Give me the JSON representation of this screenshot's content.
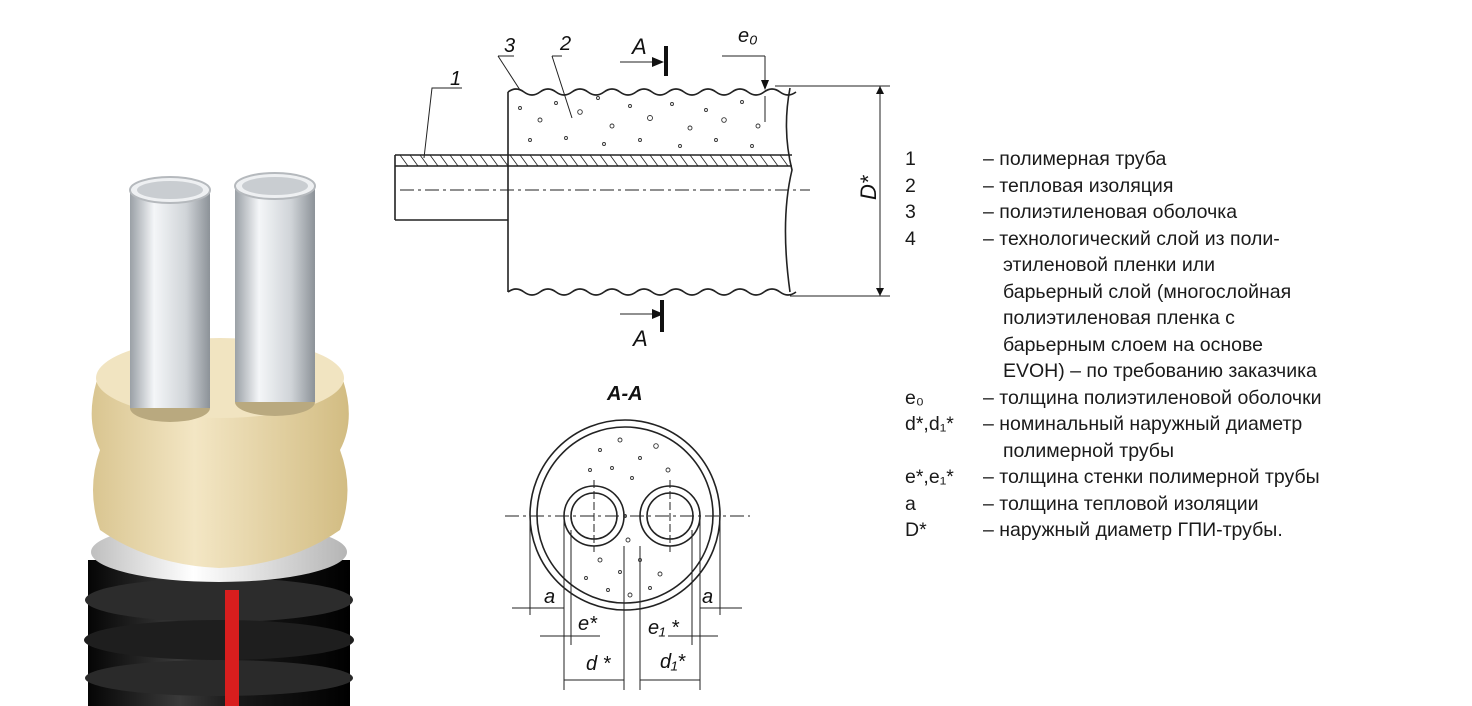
{
  "drawing": {
    "callouts": {
      "n1": "1",
      "n2": "2",
      "n3": "3"
    },
    "section_marker": "A",
    "e0_label": "e₀",
    "D_label": "D*",
    "section_title": "A-A",
    "dims": {
      "a": "a",
      "e": "e*",
      "e1": "e₁ *",
      "d": "d *",
      "d1": "d₁*"
    }
  },
  "legend": {
    "items": [
      {
        "key": "1",
        "lines": [
          "– полимерная труба"
        ]
      },
      {
        "key": "2",
        "lines": [
          "– тепловая изоляция"
        ]
      },
      {
        "key": "3",
        "lines": [
          "– полиэтиленовая оболочка"
        ]
      },
      {
        "key": "4",
        "lines": [
          "– технологический слой из поли-",
          "этиленовой пленки или",
          "барьерный слой (многослойная",
          "полиэтиленовая пленка с",
          "барьерным слоем на основе",
          "EVOH) – по требованию заказчика"
        ]
      },
      {
        "key": "e₀",
        "lines": [
          "– толщина полиэтиленовой оболочки"
        ]
      },
      {
        "key": "d*,d₁*",
        "lines": [
          "– номинальный наружный диаметр",
          "полимерной трубы"
        ]
      },
      {
        "key": "e*,e₁*",
        "lines": [
          "– толщина стенки полимерной трубы"
        ]
      },
      {
        "key": "a",
        "lines": [
          "– толщина тепловой изоляции"
        ]
      },
      {
        "key": "D*",
        "lines": [
          "– наружный диаметр ГПИ-трубы."
        ]
      }
    ]
  },
  "colors": {
    "jacket": "#141414",
    "stripe": "#d81e1e",
    "foam": "#e9d7ad",
    "pipe": "#d8dce0",
    "line": "#222222"
  }
}
